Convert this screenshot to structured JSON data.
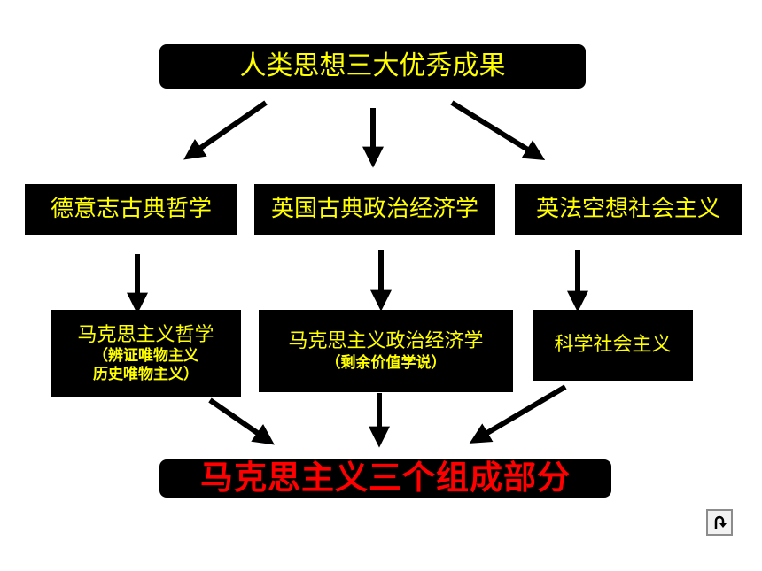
{
  "top": {
    "title": "人类思想三大优秀成果"
  },
  "sources": [
    {
      "label": "德意志古典哲学"
    },
    {
      "label": "英国古典政治经济学"
    },
    {
      "label": "英法空想社会主义"
    }
  ],
  "results": [
    {
      "label": "马克思主义哲学",
      "note_line1": "（辨证唯物主义",
      "note_line2": "历史唯物主义）"
    },
    {
      "label": "马克思主义政治经济学",
      "note_line1": "（剩余价值学说）"
    },
    {
      "label": "科学社会主义"
    }
  ],
  "bottom": {
    "title": "马克思主义三个组成部分"
  },
  "colors": {
    "box_bg": "#000000",
    "box_text": "#ffff00",
    "bottom_text": "#ff0000",
    "arrow": "#000000"
  },
  "nav": {
    "icon": "return-arrow-icon"
  }
}
